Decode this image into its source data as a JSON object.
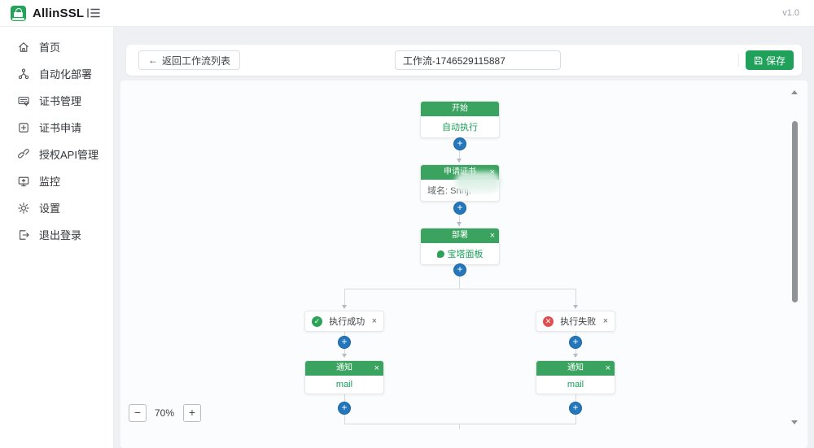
{
  "app": {
    "brand": "AllinSSL",
    "version": "v1.0"
  },
  "colors": {
    "brand_green": "#23a45a",
    "node_header_green": "#3aa360",
    "body_text_green": "#18a058",
    "plus_blue": "#2377ba",
    "success_green": "#2ba356",
    "fail_red": "#e04f4f"
  },
  "sidebar": {
    "items": [
      {
        "label": "首页",
        "icon": "home-icon"
      },
      {
        "label": "自动化部署",
        "icon": "deploy-icon"
      },
      {
        "label": "证书管理",
        "icon": "certificate-icon"
      },
      {
        "label": "证书申请",
        "icon": "apply-cert-icon"
      },
      {
        "label": "授权API管理",
        "icon": "api-auth-icon"
      },
      {
        "label": "监控",
        "icon": "monitor-icon"
      },
      {
        "label": "设置",
        "icon": "settings-icon"
      },
      {
        "label": "退出登录",
        "icon": "logout-icon"
      }
    ]
  },
  "toolbar": {
    "back_arrow": "←",
    "back_label": "返回工作流列表",
    "workflow_name": "工作流-1746529115887",
    "save_label": "保存"
  },
  "canvas": {
    "zoom_out": "−",
    "zoom_level": "70%",
    "zoom_in": "+",
    "plus_glyph": "+",
    "close_glyph": "×",
    "check_glyph": "✓",
    "cross_glyph": "✕",
    "nodes": {
      "start": {
        "title": "开始",
        "body": "自动执行"
      },
      "apply": {
        "title": "申请证书",
        "body_label": "域名: Snrtj."
      },
      "deploy": {
        "title": "部署",
        "body": "宝塔面板"
      },
      "success": {
        "label": "执行成功"
      },
      "fail": {
        "label": "执行失败"
      },
      "notify_left": {
        "title": "通知",
        "body": "mail"
      },
      "notify_right": {
        "title": "通知",
        "body": "mail"
      }
    }
  }
}
